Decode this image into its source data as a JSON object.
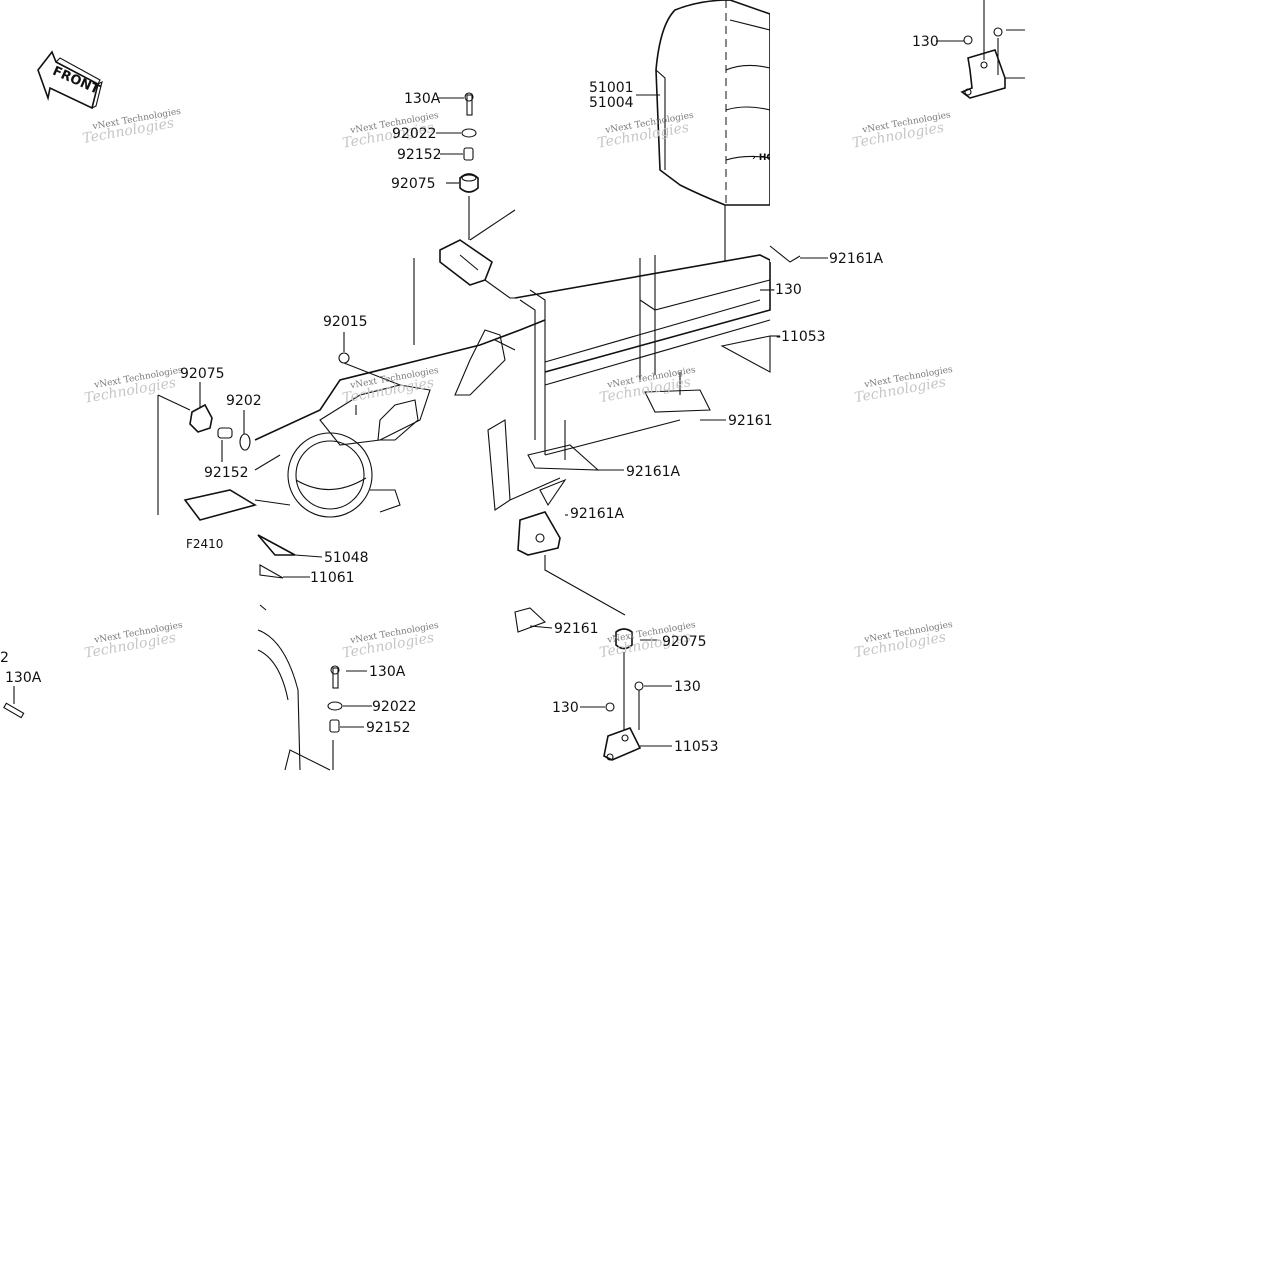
{
  "diagram": {
    "front_label": "FRONT",
    "figure_code": "F2410",
    "watermark": {
      "line1": "vNext Technologies",
      "line2": "Technologies"
    },
    "parts": {
      "p130A_top": "130A",
      "p92022_top": "92022",
      "p92152_top": "92152",
      "p92075_top": "92075",
      "p51001": "51001",
      "p51004": "51004",
      "p130_topright": "130",
      "p92161A_upper": "92161A",
      "p130_mid": "-130",
      "p11053_upper": "-11053",
      "p92015": "92015",
      "p92075_left": "92075",
      "p9202": "9202",
      "p92152_left": "92152",
      "p92161": "92161",
      "p92161A_mid": "92161A",
      "p92161A_cut": "92161A",
      "p51048": "51048",
      "p11061": "11061",
      "p92161_lower": "92161",
      "p92075_lower": "92075",
      "p22_edge": "2",
      "p130A_left": "130A",
      "p130A_lower": "130A",
      "p92022_lower": "92022",
      "p92152_lower": "92152",
      "p130_lower_right": "130",
      "p130_lower_left": "130",
      "p11053_lower": "11053"
    }
  }
}
